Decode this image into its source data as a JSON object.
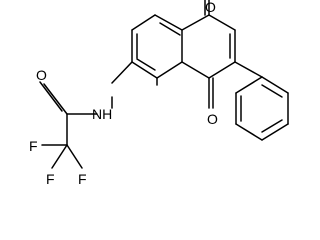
{
  "molecule": {
    "atom_labels": {
      "oxygen_top": "O",
      "oxygen_middle": "O",
      "oxygen_amide": "O",
      "nitrogen": "NH",
      "fluorine_left": "F",
      "fluorine_bottom_left": "F",
      "fluorine_bottom_right": "F"
    },
    "colors": {
      "bond": "#000000",
      "label": "#000000",
      "background": "#ffffff"
    }
  }
}
